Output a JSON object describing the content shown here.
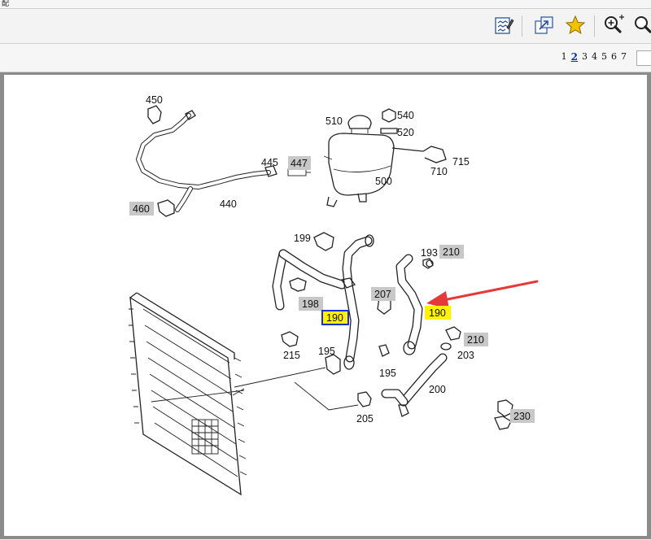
{
  "window": {
    "title": "配"
  },
  "toolbar": {
    "buttons": [
      {
        "name": "notes-icon"
      },
      {
        "name": "zoom-to-fit-icon"
      },
      {
        "name": "favorite-star-icon"
      },
      {
        "name": "zoom-in-icon"
      },
      {
        "name": "zoom-out-icon"
      }
    ],
    "colors": {
      "star": "#f2c200"
    }
  },
  "pager": {
    "pages": [
      "1",
      "2",
      "3",
      "4",
      "5",
      "6",
      "7"
    ],
    "current": "2"
  },
  "diagram": {
    "labels": {
      "p450": "450",
      "p445": "445",
      "p447": "447",
      "p460": "460",
      "p440": "440",
      "p510": "510",
      "p540": "540",
      "p520": "520",
      "p715": "715",
      "p710": "710",
      "p500": "500",
      "p199": "199",
      "p198": "198",
      "p190a": "190",
      "p215": "215",
      "p195a": "195",
      "p207": "207",
      "p195b": "195",
      "p205": "205",
      "p193": "193",
      "p210a": "210",
      "p190b": "190",
      "p210b": "210",
      "p203": "203",
      "p200": "200",
      "p230": "230"
    },
    "colors": {
      "tag_gray": "#c8c8c8",
      "selected_fill": "#fff200",
      "selected_border": "#1a2fd0",
      "highlight_fill": "#fff200",
      "arrow": "#e63a3a"
    }
  }
}
